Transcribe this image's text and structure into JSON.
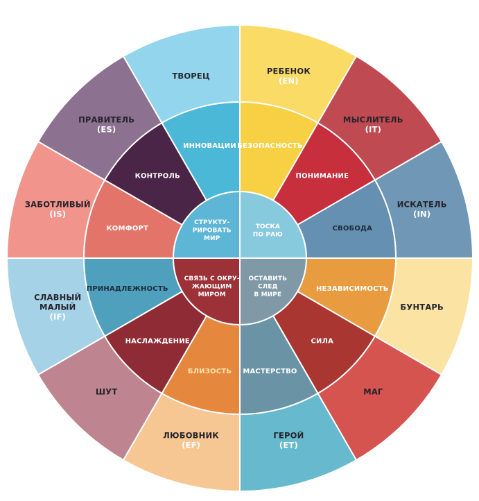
{
  "wheel": {
    "stroke_color": "#FFFFFF",
    "archetype_name_color": "#26242C",
    "sectors": [
      {
        "id": "child",
        "archetype": {
          "lines": [
            "РЕБЕНОК"
          ],
          "code": "(EN)",
          "code_color": "#FFFFFF",
          "color": "#FADB66"
        },
        "value": {
          "label": "БЕЗОПАСНОСТЬ",
          "color": "#F7D043",
          "text_color": "#FFFFFF"
        }
      },
      {
        "id": "thinker",
        "archetype": {
          "lines": [
            "МЫСЛИТЕЛЬ"
          ],
          "code": "(IT)",
          "code_color": "#FFFFFF",
          "color": "#C04A52"
        },
        "value": {
          "label": "ПОНИМАНИЕ",
          "color": "#C62F3B",
          "text_color": "#FFFFFF"
        }
      },
      {
        "id": "explorer",
        "archetype": {
          "lines": [
            "ИСКАТЕЛЬ"
          ],
          "code": "(IN)",
          "code_color": "#FFFFFF",
          "color": "#7097B5"
        },
        "value": {
          "label": "СВОБОДА",
          "color": "#6590B2",
          "text_color": "#1F2B3D"
        }
      },
      {
        "id": "rebel",
        "archetype": {
          "lines": [
            "БУНТАРЬ"
          ],
          "code": "",
          "code_color": "#FFFFFF",
          "color": "#FAE3A3"
        },
        "value": {
          "label": "НЕЗАВИСИМОСТЬ",
          "color": "#E89C3F",
          "text_color": "#FFFFFF"
        }
      },
      {
        "id": "magician",
        "archetype": {
          "lines": [
            "МАГ"
          ],
          "code": "",
          "code_color": "#FFFFFF",
          "color": "#D6544F"
        },
        "value": {
          "label": "СИЛА",
          "color": "#A93630",
          "text_color": "#FFFFFF"
        }
      },
      {
        "id": "hero",
        "archetype": {
          "lines": [
            "ГЕРОЙ"
          ],
          "code": "(ET)",
          "code_color": "#FFFFFF",
          "color": "#67BACD"
        },
        "value": {
          "label": "МАСТЕРСТВО",
          "color": "#6B93A6",
          "text_color": "#FFFFFF"
        }
      },
      {
        "id": "lover",
        "archetype": {
          "lines": [
            "ЛЮБОВНИК"
          ],
          "code": "(EF)",
          "code_color": "#FFFFFF",
          "color": "#F6C693"
        },
        "value": {
          "label": "БЛИЗОСТЬ",
          "color": "#E6873E",
          "text_color": "#FBE9AE"
        }
      },
      {
        "id": "jester",
        "archetype": {
          "lines": [
            "ШУТ"
          ],
          "code": "",
          "code_color": "#FFFFFF",
          "color": "#BE8490"
        },
        "value": {
          "label": "НАСЛАЖДЕНИЕ",
          "color": "#8E2B34",
          "text_color": "#FFFFFF"
        }
      },
      {
        "id": "everyman",
        "archetype": {
          "lines": [
            "СЛАВНЫЙ",
            "МАЛЫЙ"
          ],
          "code": "(IF)",
          "code_color": "#FFFFFF",
          "color": "#A6D2E7"
        },
        "value": {
          "label": "ПРИНАДЛЕЖНОСТЬ",
          "color": "#4FA0BC",
          "text_color": "#1F2B3D"
        }
      },
      {
        "id": "caregiver",
        "archetype": {
          "lines": [
            "ЗАБОТЛИВЫЙ"
          ],
          "code": "(IS)",
          "code_color": "#FFFFFF",
          "color": "#F1948C"
        },
        "value": {
          "label": "КОМФОРТ",
          "color": "#E2746A",
          "text_color": "#FFFFFF"
        }
      },
      {
        "id": "ruler",
        "archetype": {
          "lines": [
            "ПРАВИТЕЛЬ"
          ],
          "code": "(ES)",
          "code_color": "#FFFFFF",
          "color": "#8C7191"
        },
        "value": {
          "label": "КОНТРОЛЬ",
          "color": "#4A2547",
          "text_color": "#FFFFFF"
        }
      },
      {
        "id": "creator",
        "archetype": {
          "lines": [
            "ТВОРЕЦ"
          ],
          "code": "",
          "code_color": "#FFFFFF",
          "color": "#92D5EC"
        },
        "value": {
          "label": "ИННОВАЦИИ",
          "color": "#4BB8D8",
          "text_color": "#FFFFFF"
        }
      }
    ],
    "center_quadrants": [
      {
        "id": "paradise-longing",
        "position": "top-right",
        "lines": [
          "ТОСКА",
          "ПО РАЮ"
        ],
        "color": "#87C9DD",
        "text_color": "#FFFFFF"
      },
      {
        "id": "leave-a-mark",
        "position": "bottom-right",
        "lines": [
          "ОСТАВИТЬ",
          "СЛЕД",
          "В МИРЕ"
        ],
        "color": "#7F99A7",
        "text_color": "#FFFFFF"
      },
      {
        "id": "connection-with-world",
        "position": "bottom-left",
        "lines": [
          "СВЯЗЬ С ОКРУ-",
          "ЖАЮЩИМ",
          "МИРОМ"
        ],
        "color": "#9C3138",
        "text_color": "#FFFFFF"
      },
      {
        "id": "structure-the-world",
        "position": "top-left",
        "lines": [
          "СТРУКТУ-",
          "РИРОВАТЬ",
          "МИР"
        ],
        "color": "#5DB6D5",
        "text_color": "#FFFFFF"
      }
    ]
  }
}
